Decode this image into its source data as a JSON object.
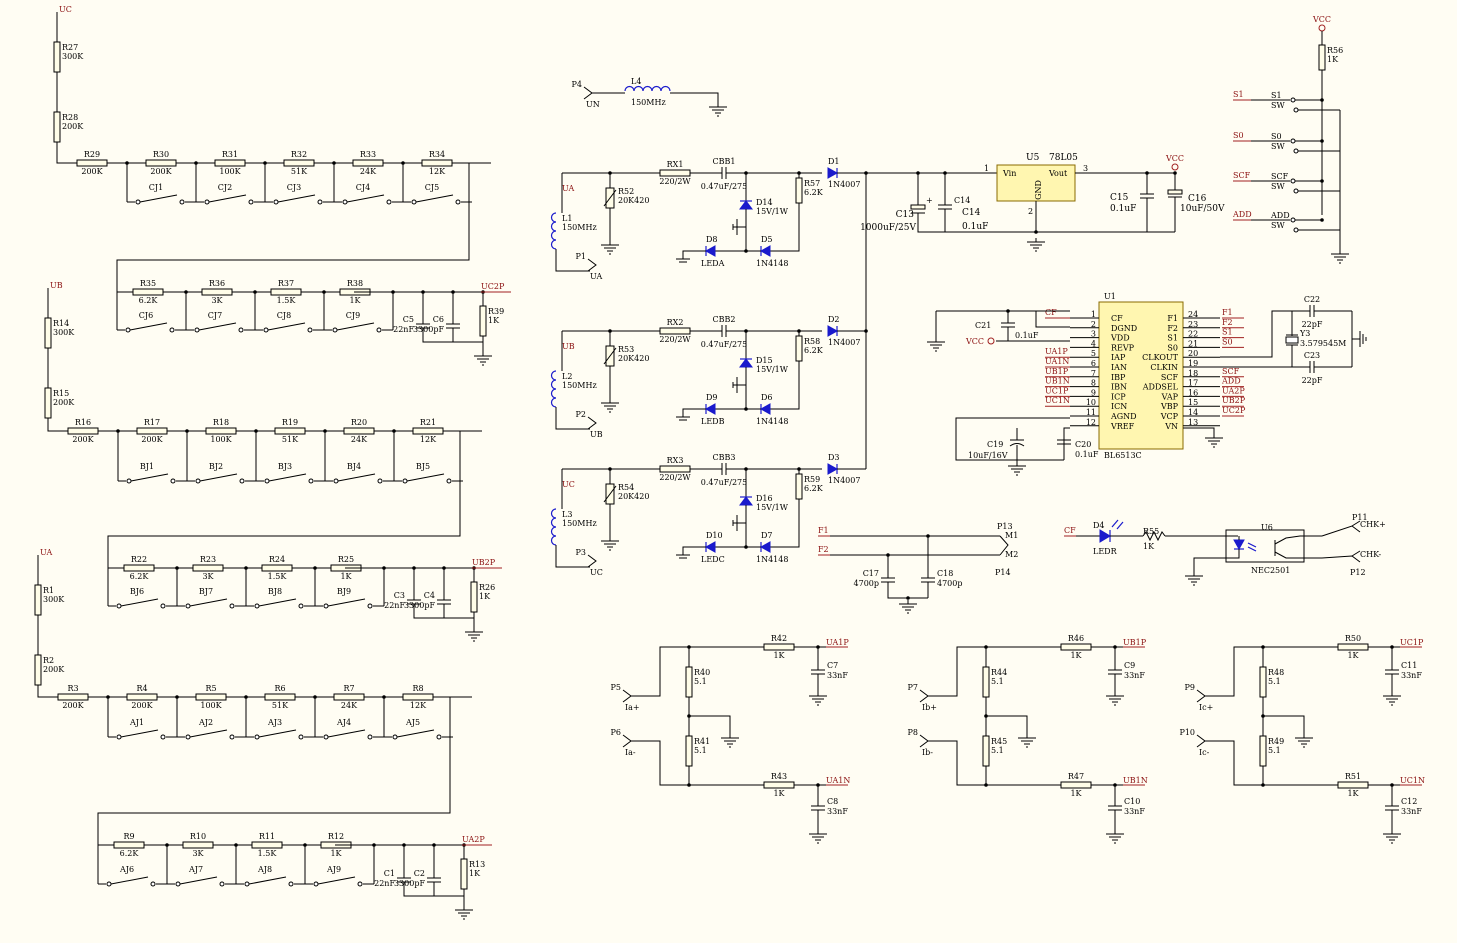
{
  "nets": {
    "uc": "UC",
    "ub": "UB",
    "ua": "UA",
    "un": "UN",
    "vcc": "VCC",
    "uc2p": "UC2P",
    "ub2p": "UB2P",
    "ua2p": "UA2P",
    "ua1p": "UA1P",
    "ua1n": "UA1N",
    "ub1p": "UB1P",
    "ub1n": "UB1N",
    "uc1p": "UC1P",
    "uc1n": "UC1N",
    "s1": "S1",
    "s0": "S0",
    "scf": "SCF",
    "add": "ADD",
    "cf": "CF",
    "f1": "F1",
    "f2": "F2"
  },
  "dividers": [
    {
      "top": [
        "R27",
        "300K"
      ],
      "mid": [
        "R28",
        "200K"
      ],
      "chain": [
        [
          "R29",
          "200K"
        ],
        [
          "R30",
          "200K"
        ],
        [
          "R31",
          "100K"
        ],
        [
          "R32",
          "51K"
        ],
        [
          "R33",
          "24K"
        ],
        [
          "R34",
          "12K"
        ]
      ],
      "sw1": [
        "CJ1",
        "CJ2",
        "CJ3",
        "CJ4",
        "CJ5"
      ],
      "chain2": [
        [
          "R35",
          "6.2K"
        ],
        [
          "R36",
          "3K"
        ],
        [
          "R37",
          "1.5K"
        ],
        [
          "R38",
          "1K"
        ]
      ],
      "sw2": [
        "CJ6",
        "CJ7",
        "CJ8",
        "CJ9"
      ],
      "c1": [
        "C5",
        "22nF"
      ],
      "c2": [
        "C6",
        "3300pF"
      ],
      "r": [
        "R39",
        "1K"
      ]
    },
    {
      "top": [
        "R14",
        "300K"
      ],
      "mid": [
        "R15",
        "200K"
      ],
      "chain": [
        [
          "R16",
          "200K"
        ],
        [
          "R17",
          "200K"
        ],
        [
          "R18",
          "100K"
        ],
        [
          "R19",
          "51K"
        ],
        [
          "R20",
          "24K"
        ],
        [
          "R21",
          "12K"
        ]
      ],
      "sw1": [
        "BJ1",
        "BJ2",
        "BJ3",
        "BJ4",
        "BJ5"
      ],
      "chain2": [
        [
          "R22",
          "6.2K"
        ],
        [
          "R23",
          "3K"
        ],
        [
          "R24",
          "1.5K"
        ],
        [
          "R25",
          "1K"
        ]
      ],
      "sw2": [
        "BJ6",
        "BJ7",
        "BJ8",
        "BJ9"
      ],
      "c1": [
        "C3",
        "22nF"
      ],
      "c2": [
        "C4",
        "3300pF"
      ],
      "r": [
        "R26",
        "1K"
      ]
    },
    {
      "top": [
        "R1",
        "300K"
      ],
      "mid": [
        "R2",
        "200K"
      ],
      "chain": [
        [
          "R3",
          "200K"
        ],
        [
          "R4",
          "200K"
        ],
        [
          "R5",
          "100K"
        ],
        [
          "R6",
          "51K"
        ],
        [
          "R7",
          "24K"
        ],
        [
          "R8",
          "12K"
        ]
      ],
      "sw1": [
        "AJ1",
        "AJ2",
        "AJ3",
        "AJ4",
        "AJ5"
      ],
      "chain2": [
        [
          "R9",
          "6.2K"
        ],
        [
          "R10",
          "3K"
        ],
        [
          "R11",
          "1.5K"
        ],
        [
          "R12",
          "1K"
        ]
      ],
      "sw2": [
        "AJ6",
        "AJ7",
        "AJ8",
        "AJ9"
      ],
      "c1": [
        "C1",
        "22nF"
      ],
      "c2": [
        "C2",
        "3300pF"
      ],
      "r": [
        "R13",
        "1K"
      ]
    }
  ],
  "supply": {
    "l4": [
      "L4",
      "150MHz"
    ],
    "p4": "P4",
    "phases": [
      {
        "net": "UA",
        "rx": [
          "RX1",
          "220/2W"
        ],
        "cbb": [
          "CBB1",
          "0.47uF/275"
        ],
        "rv": [
          "R52",
          "20K420"
        ],
        "zd": [
          "D14",
          "15V/1W"
        ],
        "r": [
          "R57",
          "6.2K"
        ],
        "d": [
          "D1",
          "1N4007"
        ],
        "led": [
          "D8",
          "LEDA"
        ],
        "sd": [
          "D5",
          "1N4148"
        ],
        "l": [
          "L1",
          "150MHz"
        ],
        "p": [
          "P1",
          "UA"
        ]
      },
      {
        "net": "UB",
        "rx": [
          "RX2",
          "220/2W"
        ],
        "cbb": [
          "CBB2",
          "0.47uF/275"
        ],
        "rv": [
          "R53",
          "20K420"
        ],
        "zd": [
          "D15",
          "15V/1W"
        ],
        "r": [
          "R58",
          "6.2K"
        ],
        "d": [
          "D2",
          "1N4007"
        ],
        "led": [
          "D9",
          "LEDB"
        ],
        "sd": [
          "D6",
          "1N4148"
        ],
        "l": [
          "L2",
          "150MHz"
        ],
        "p": [
          "P2",
          "UB"
        ]
      },
      {
        "net": "UC",
        "rx": [
          "RX3",
          "220/2W"
        ],
        "cbb": [
          "CBB3",
          "0.47uF/275"
        ],
        "rv": [
          "R54",
          "20K420"
        ],
        "zd": [
          "D16",
          "15V/1W"
        ],
        "r": [
          "R59",
          "6.2K"
        ],
        "d": [
          "D3",
          "1N4007"
        ],
        "led": [
          "D10",
          "LEDC"
        ],
        "sd": [
          "D7",
          "1N4148"
        ],
        "l": [
          "L3",
          "150MHz"
        ],
        "p": [
          "P3",
          "UC"
        ]
      }
    ],
    "c13": [
      "C13",
      "1000uF/25V"
    ],
    "c14": [
      "C14",
      "0.1uF"
    ],
    "u5": [
      "U5",
      "78L05"
    ],
    "vin": "Vin",
    "vout": "Vout",
    "gnd": "GND",
    "c15": [
      "C15",
      "0.1uF"
    ],
    "c16": [
      "C16",
      "10uF/50V"
    ],
    "p1": "1",
    "p2": "2",
    "p3": "3"
  },
  "switches": {
    "r56": [
      "R56",
      "1K"
    ],
    "items": [
      [
        "S1",
        "S1"
      ],
      [
        "S0",
        "S0"
      ],
      [
        "SCF",
        "SCF"
      ],
      [
        "ADD",
        "ADD"
      ]
    ],
    "sw": "SW"
  },
  "ic": {
    "ref": "U1",
    "part": "BL6513C",
    "left": [
      [
        "1",
        "CF",
        "CF"
      ],
      [
        "2",
        "DGND",
        ""
      ],
      [
        "3",
        "VDD",
        ""
      ],
      [
        "4",
        "REVP",
        ""
      ],
      [
        "5",
        "IAP",
        "UA1P"
      ],
      [
        "6",
        "IAN",
        "UA1N"
      ],
      [
        "7",
        "IBP",
        "UB1P"
      ],
      [
        "8",
        "IBN",
        "UB1N"
      ],
      [
        "9",
        "ICP",
        "UC1P"
      ],
      [
        "10",
        "ICN",
        "UC1N"
      ],
      [
        "11",
        "AGND",
        ""
      ],
      [
        "12",
        "VREF",
        ""
      ]
    ],
    "right": [
      [
        "24",
        "F1",
        "F1"
      ],
      [
        "23",
        "F2",
        "F2"
      ],
      [
        "22",
        "S1",
        "S1"
      ],
      [
        "21",
        "S0",
        "S0"
      ],
      [
        "20",
        "CLKOUT",
        ""
      ],
      [
        "19",
        "CLKIN",
        ""
      ],
      [
        "18",
        "SCF",
        "SCF"
      ],
      [
        "17",
        "ADDSEL",
        "ADD"
      ],
      [
        "16",
        "VAP",
        "UA2P"
      ],
      [
        "15",
        "VBP",
        "UB2P"
      ],
      [
        "14",
        "VCP",
        "UC2P"
      ],
      [
        "13",
        "VN",
        ""
      ]
    ],
    "c21": [
      "C21",
      "0.1uF"
    ],
    "c22": [
      "C22",
      "22pF"
    ],
    "c23": [
      "C23",
      "22pF"
    ],
    "y3": [
      "Y3",
      "3.579545M"
    ],
    "c19": [
      "C19",
      "10uF/16V"
    ],
    "c20": [
      "C20",
      "0.1uF"
    ]
  },
  "output": {
    "p13": "P13",
    "p14": "P14",
    "m1": "M1",
    "m2": "M2",
    "c17": [
      "C17",
      "4700p"
    ],
    "c18": [
      "C18",
      "4700p"
    ],
    "d4": [
      "D4",
      "LEDR"
    ],
    "r55": [
      "R55",
      "1K"
    ],
    "u6": [
      "U6",
      "NEC2501"
    ],
    "p11": "P11",
    "p12": "P12",
    "chkp": "CHK+",
    "chkn": "CHK-"
  },
  "current": [
    {
      "pp": [
        "P5",
        "Ia+"
      ],
      "pn": [
        "P6",
        "Ia-"
      ],
      "ra": [
        "R40",
        "5.1"
      ],
      "rb": [
        "R41",
        "5.1"
      ],
      "r1": [
        "R42",
        "1K"
      ],
      "r2": [
        "R43",
        "1K"
      ],
      "c1": [
        "C7",
        "33nF"
      ],
      "c2": [
        "C8",
        "33nF"
      ],
      "n1": "UA1P",
      "n2": "UA1N"
    },
    {
      "pp": [
        "P7",
        "Ib+"
      ],
      "pn": [
        "P8",
        "Ib-"
      ],
      "ra": [
        "R44",
        "5.1"
      ],
      "rb": [
        "R45",
        "5.1"
      ],
      "r1": [
        "R46",
        "1K"
      ],
      "r2": [
        "R47",
        "1K"
      ],
      "c1": [
        "C9",
        "33nF"
      ],
      "c2": [
        "C10",
        "33nF"
      ],
      "n1": "UB1P",
      "n2": "UB1N"
    },
    {
      "pp": [
        "P9",
        "Ic+"
      ],
      "pn": [
        "P10",
        "Ic-"
      ],
      "ra": [
        "R48",
        "5.1"
      ],
      "rb": [
        "R49",
        "5.1"
      ],
      "r1": [
        "R50",
        "1K"
      ],
      "r2": [
        "R51",
        "1K"
      ],
      "c1": [
        "C11",
        "33nF"
      ],
      "c2": [
        "C12",
        "33nF"
      ],
      "n1": "UC1P",
      "n2": "UC1N"
    }
  ]
}
